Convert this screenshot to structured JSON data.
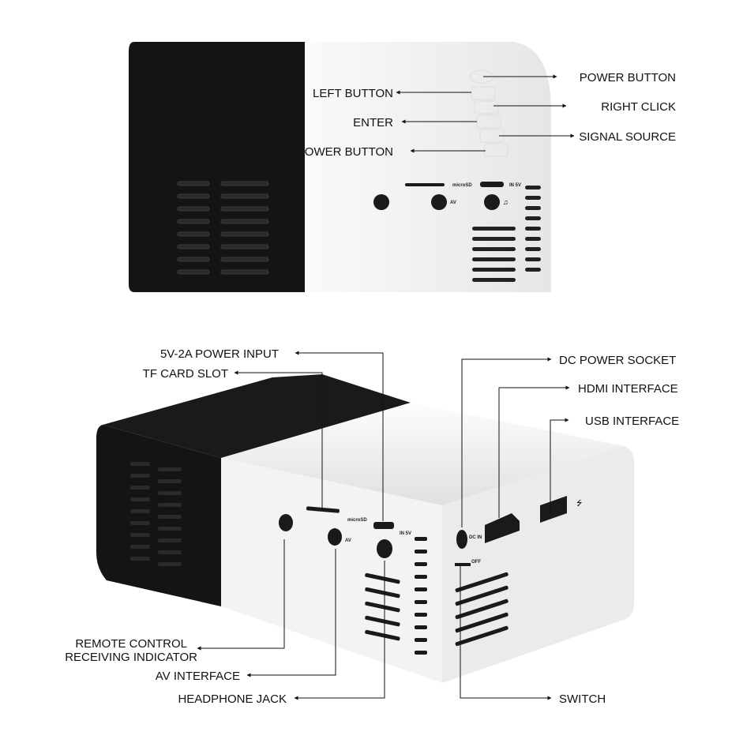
{
  "top_view": {
    "labels": {
      "power_button_right": "POWER BUTTON",
      "left_button": "LEFT BUTTON",
      "right_click": "RIGHT CLICK",
      "enter": "ENTER",
      "signal_source": "SIGNAL SOURCE",
      "power_button_left": "POWER BUTTON"
    },
    "device_text": {
      "microsd": "microSD",
      "in5v": "IN 5V",
      "av": "AV"
    }
  },
  "bottom_view": {
    "labels": {
      "power_input": "5V-2A POWER INPUT",
      "tf_card": "TF CARD SLOT",
      "dc_socket": "DC POWER SOCKET",
      "hdmi": "HDMI INTERFACE",
      "usb": "USB INTERFACE",
      "remote_line1": "REMOTE CONTROL",
      "remote_line2": "RECEIVING INDICATOR",
      "av": "AV INTERFACE",
      "headphone": "HEADPHONE JACK",
      "switch": "SWITCH"
    },
    "device_text": {
      "microsd": "microSD",
      "in5v": "IN 5V",
      "av": "AV",
      "dcin": "DC IN",
      "off": "OFF"
    }
  },
  "colors": {
    "body_black": "#141414",
    "body_white": "#f2f2f2",
    "line": "#111111"
  }
}
